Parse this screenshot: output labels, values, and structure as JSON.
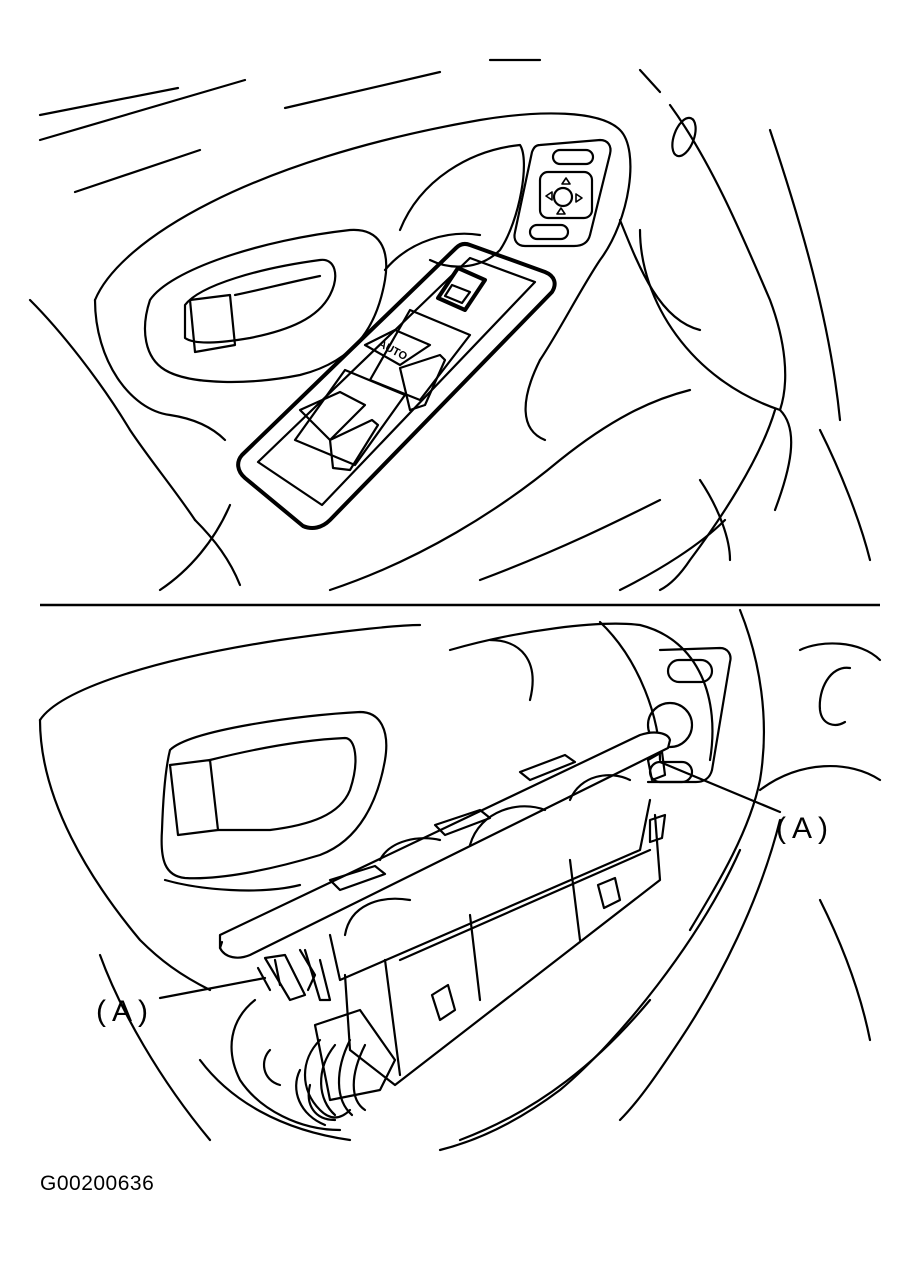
{
  "figure_code": "G00200636",
  "callouts": {
    "top_right": "(A)",
    "bottom_left": "(A)"
  },
  "switch_button_label": "AUTO",
  "colors": {
    "ink": "#000000",
    "paper": "#ffffff"
  }
}
